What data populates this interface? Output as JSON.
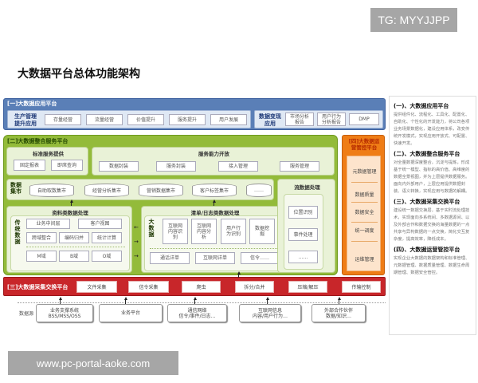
{
  "watermarks": {
    "top": "TG: MYYJJPP",
    "bottom": "www.pc-portal-aoke.com"
  },
  "title": "大数据平台总体功能架构",
  "layer1": {
    "header": "[一]大数据应用平台",
    "group1": {
      "label": "生产管理\n提升应用",
      "items": [
        "存量经营",
        "流量经营",
        "价值提升",
        "服务提升",
        "用户发展"
      ]
    },
    "group2": {
      "label": "数据变现\n应用",
      "items": [
        "市场分析\n报告",
        "用户行为\n分析报告",
        "DMP"
      ]
    }
  },
  "layer2": {
    "header": "[二]大数据整合服务平台",
    "standard_service": {
      "title": "标准服务提供",
      "items": [
        "固定报表",
        "即席查询"
      ]
    },
    "capability_open": {
      "title": "服务能力开放",
      "items": [
        "数据封装",
        "服务封装",
        "接入管理",
        "服务管理"
      ]
    },
    "data_mart": {
      "label": "数据\n集市",
      "items": [
        "自助取数集市",
        "经营分析集市",
        "营销数据集市",
        "客户标签集市",
        "……"
      ]
    },
    "traditional": {
      "title": "资料类数据处理",
      "label": "传统\n数据",
      "row1": [
        "业务中间层",
        "客户视图"
      ],
      "row2": [
        "跨域整合",
        "编码归并",
        "统计计算"
      ],
      "row3": [
        "M域",
        "B域",
        "O域"
      ]
    },
    "bigdata": {
      "title": "清单/日志类数据处理",
      "label": "大\n数\n据",
      "row1": [
        "互联网\n内容识\n别",
        "互联网\n内容分\n析",
        "用户行\n为识别",
        "数据挖\n掘"
      ],
      "row2": [
        "通话详单",
        "互联网详单",
        "信令……"
      ]
    },
    "stream": {
      "title": "流数据处理",
      "items": [
        "位置识别",
        "事件处理",
        "……"
      ]
    }
  },
  "layer4": {
    "header": "[四]大数据运\n营管控平台",
    "items": [
      "元数据管理",
      "数据质量",
      "数据安全",
      "统一调度",
      "运维管理"
    ]
  },
  "layer3": {
    "header": "[三]大数据采集交换平台",
    "items": [
      "文件采集",
      "信令采集",
      "爬虫",
      "拆分/合并",
      "压缩/解压",
      "传输控制"
    ]
  },
  "data_sources": {
    "label": "数据源",
    "items": [
      "业务支撑系统\nBSS/MSS/OSS",
      "业务平台",
      "通信网络\n信令/事件/日志…",
      "互联网信息\n内容/用户行为…",
      "外部合作伙伴\n数据/知识…"
    ]
  },
  "description": {
    "sections": [
      {
        "heading": "(一)、大数据应用平台",
        "body": "提供组件化、流程化、工具化、配置化、自助化、个性化的开发能力，将公司各项业务场景数据化，建设应用体系，改变传统开发模式，实现应用开放式、可配置、快速开发。"
      },
      {
        "heading": "(二)、大数据整合服务平台",
        "body": "对全量数据深度整合，沉淀与提炼，形成基于统一模型、指标的高价值、高维度的数据全景视图，并为上层提供数据服务。面向内外部用户，上层应用提供数据封装、语义转换，实现应用与数据的解耦。"
      },
      {
        "heading": "(三)、大数据采集交换平台",
        "body": "建设统一数据交换层，基于实时流处理技术，实现面向多系统间、多数据源间、以及外部合作和数据交换的海量数据的一点共享与异构数据的一点交换，简化交互复杂度，提高效率，降低成本。"
      },
      {
        "heading": "(四)、大数据运营管控平台",
        "body": "实现企业大数据的数据架构和标准管理、元数据管理、数据质量管理、数据生命周期管理、数据安全管控。"
      }
    ]
  }
}
